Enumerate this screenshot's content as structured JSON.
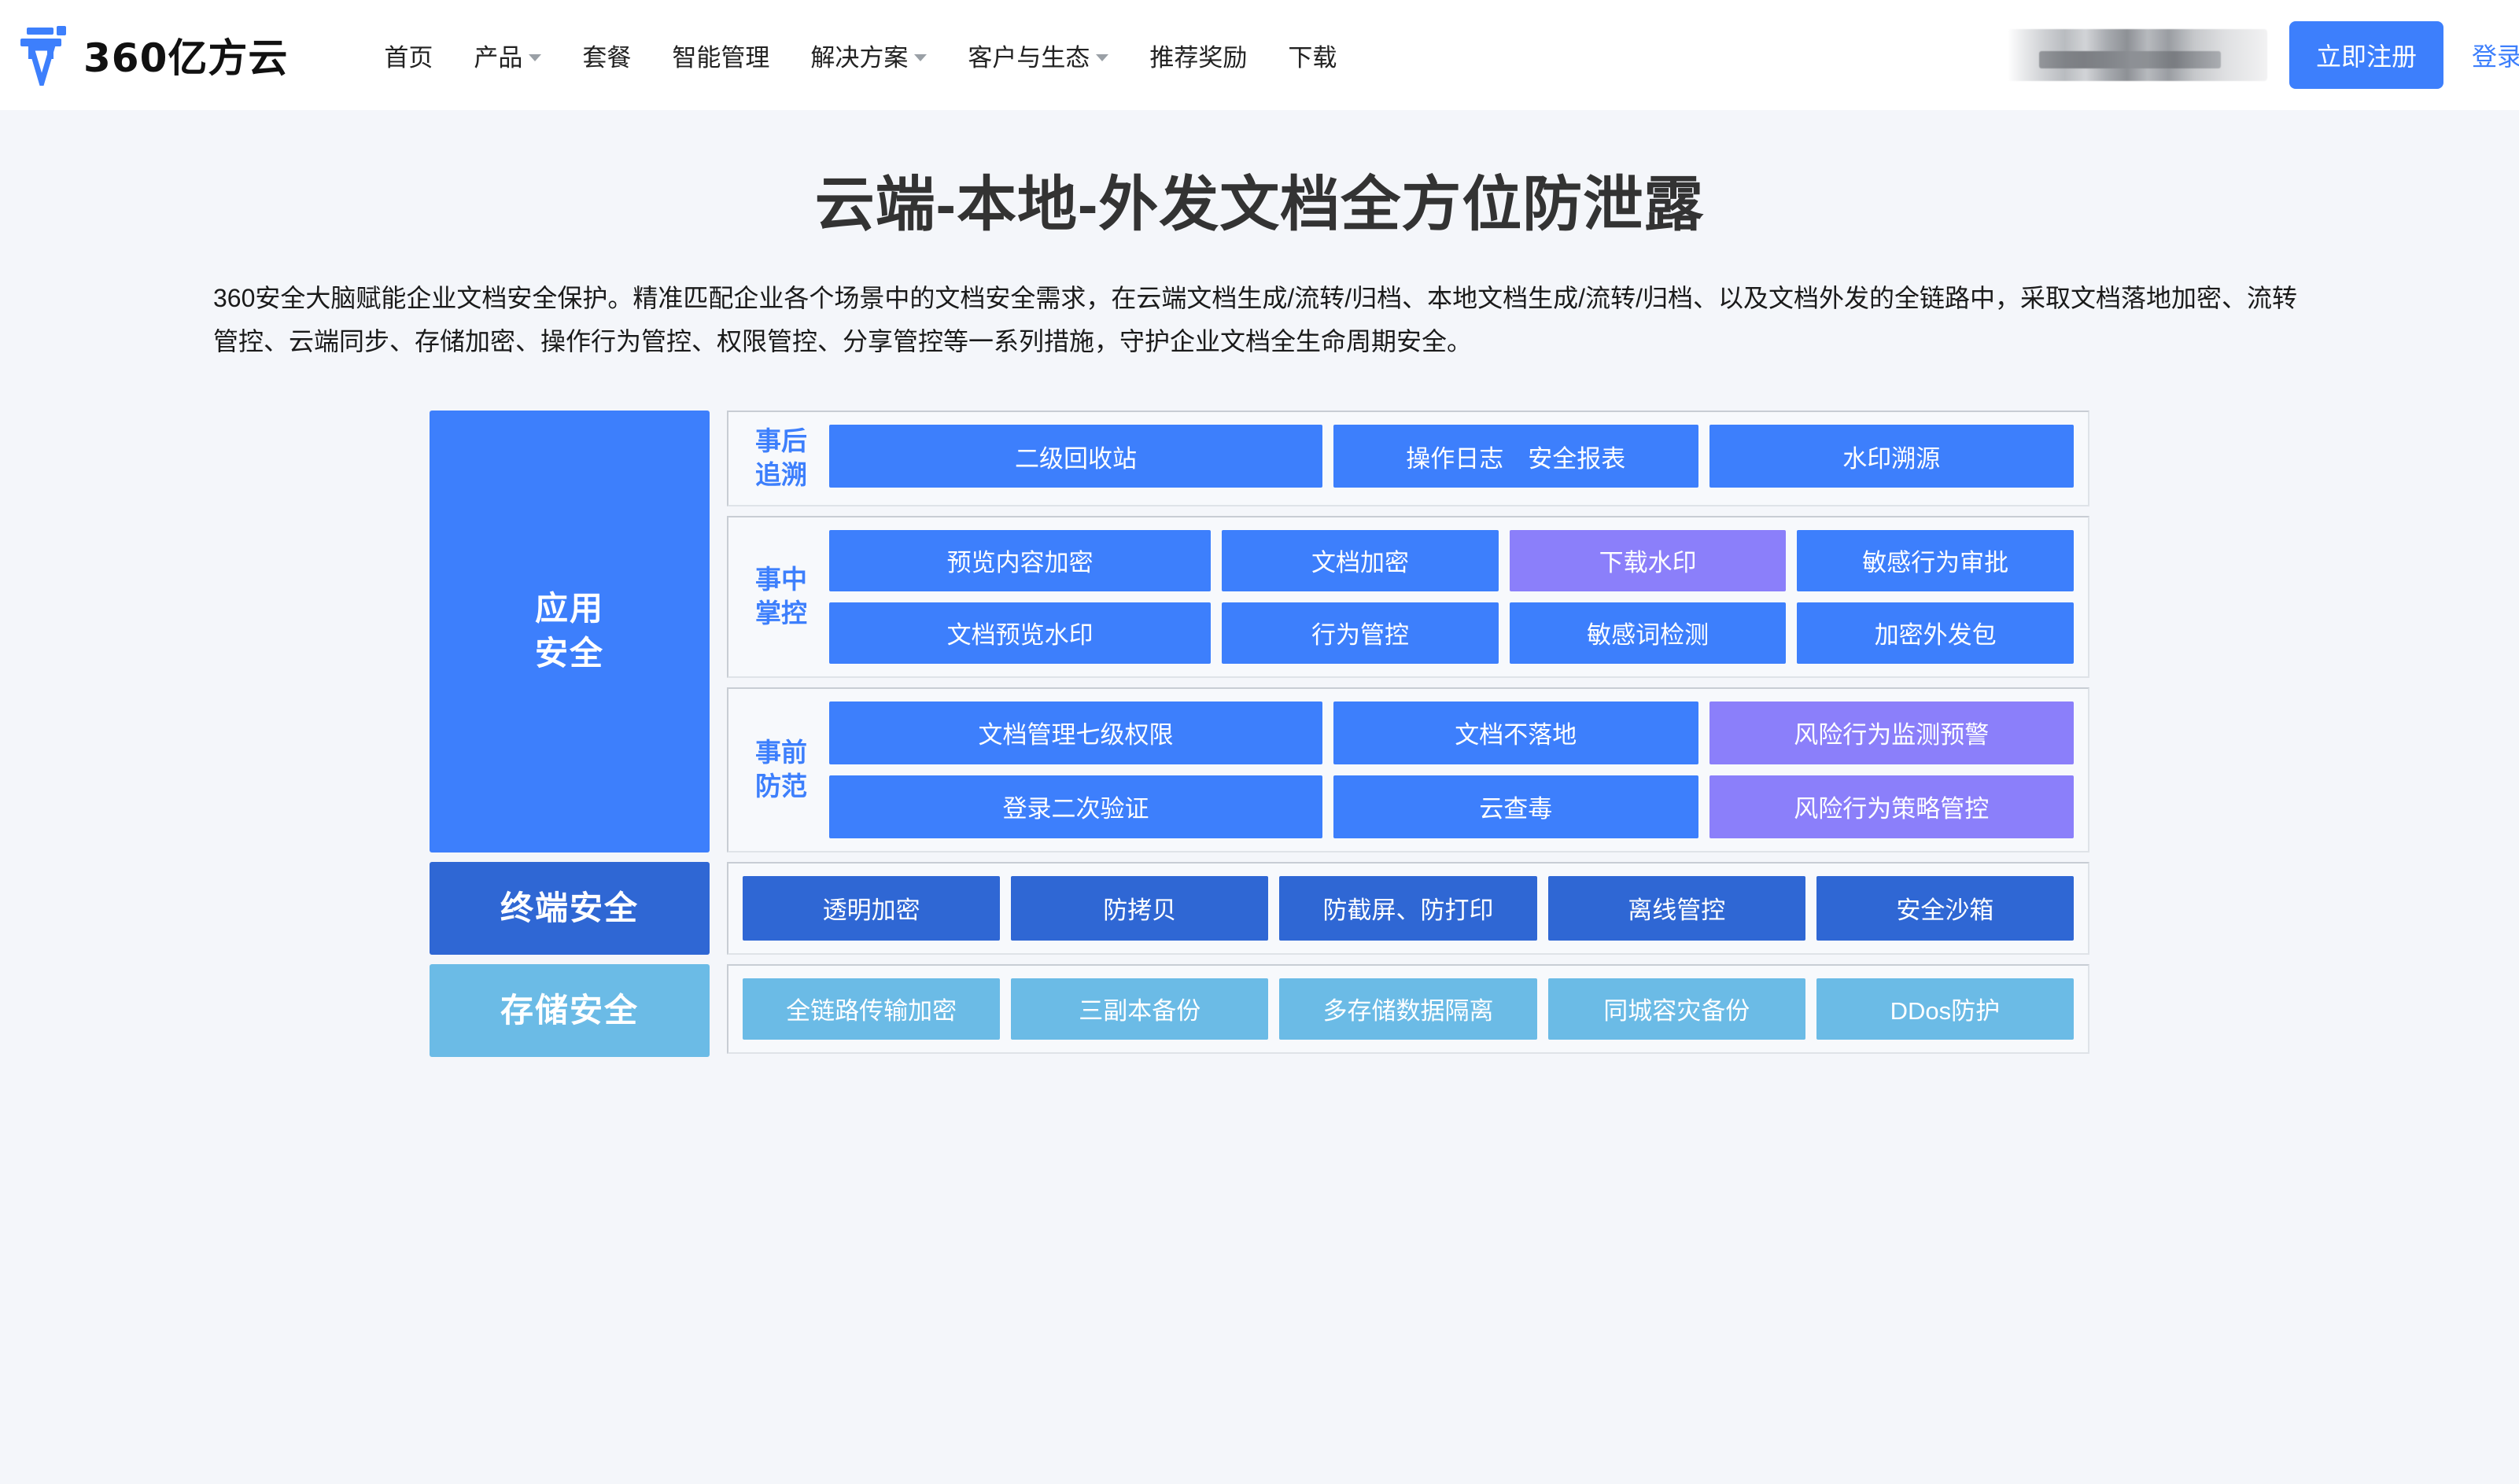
{
  "navbar": {
    "logo_text": "360亿方云",
    "logo_icon": "yifangyun-logo-icon",
    "menu": [
      {
        "label": "首页",
        "has_dropdown": false
      },
      {
        "label": "产品",
        "has_dropdown": true
      },
      {
        "label": "套餐",
        "has_dropdown": false
      },
      {
        "label": "智能管理",
        "has_dropdown": false
      },
      {
        "label": "解决方案",
        "has_dropdown": true
      },
      {
        "label": "客户与生态",
        "has_dropdown": true
      },
      {
        "label": "推荐奖励",
        "has_dropdown": false
      },
      {
        "label": "下载",
        "has_dropdown": false
      }
    ],
    "register_label": "立即注册",
    "login_label": "登录"
  },
  "hero": {
    "title": "云端-本地-外发文档全方位防泄露",
    "description": "360安全大脑赋能企业文档安全保护。精准匹配企业各个场景中的文档安全需求，在云端文档生成/流转/归档、本地文档生成/流转/归档、以及文档外发的全链路中，采取文档落地加密、流转管控、云端同步、存储加密、操作行为管控、权限管控、分享管控等一系列措施，守护企业文档全生命周期安全。"
  },
  "colors": {
    "blue": "#3d7ffc",
    "purple": "#8b7ffa",
    "dark_blue": "#2f67d4",
    "light_blue": "#6bbbe6",
    "page_bg": "#f4f6fa",
    "group_bg": "#f7f9fc",
    "group_border": "#c8cdd4"
  },
  "diagram": {
    "bands": [
      {
        "label": "应用\n安全",
        "label_line1": "应用",
        "label_line2": "安全",
        "style": "app",
        "groups": [
          {
            "label_line1": "事后",
            "label_line2": "追溯",
            "rows": [
              [
                {
                  "text": "二级回收站",
                  "color": "blue",
                  "width": "w-a"
                },
                {
                  "text": "操作日志　安全报表",
                  "color": "blue",
                  "width": "w-b"
                },
                {
                  "text": "水印溯源",
                  "color": "blue",
                  "width": "w-c"
                }
              ]
            ]
          },
          {
            "label_line1": "事中",
            "label_line2": "掌控",
            "rows": [
              [
                {
                  "text": "预览内容加密",
                  "color": "blue",
                  "width": "w-a"
                },
                {
                  "text": "文档加密",
                  "color": "blue",
                  "width": "w-eq"
                },
                {
                  "text": "下载水印",
                  "color": "purple",
                  "width": "w-eq"
                },
                {
                  "text": "敏感行为审批",
                  "color": "blue",
                  "width": "w-eq"
                }
              ],
              [
                {
                  "text": "文档预览水印",
                  "color": "blue",
                  "width": "w-a"
                },
                {
                  "text": "行为管控",
                  "color": "blue",
                  "width": "w-eq"
                },
                {
                  "text": "敏感词检测",
                  "color": "blue",
                  "width": "w-eq"
                },
                {
                  "text": "加密外发包",
                  "color": "blue",
                  "width": "w-eq"
                }
              ]
            ]
          },
          {
            "label_line1": "事前",
            "label_line2": "防范",
            "rows": [
              [
                {
                  "text": "文档管理七级权限",
                  "color": "blue",
                  "width": "w-a"
                },
                {
                  "text": "文档不落地",
                  "color": "blue",
                  "width": "w-b"
                },
                {
                  "text": "风险行为监测预警",
                  "color": "purple",
                  "width": "w-c"
                }
              ],
              [
                {
                  "text": "登录二次验证",
                  "color": "blue",
                  "width": "w-a"
                },
                {
                  "text": "云查毒",
                  "color": "blue",
                  "width": "w-b"
                },
                {
                  "text": "风险行为策略管控",
                  "color": "purple",
                  "width": "w-c"
                }
              ]
            ]
          }
        ]
      },
      {
        "label_line1": "终端安全",
        "label_line2": "",
        "style": "term",
        "strip": [
          {
            "text": "透明加密",
            "color": "dblue"
          },
          {
            "text": "防拷贝",
            "color": "dblue"
          },
          {
            "text": "防截屏、防打印",
            "color": "dblue"
          },
          {
            "text": "离线管控",
            "color": "dblue"
          },
          {
            "text": "安全沙箱",
            "color": "dblue"
          }
        ]
      },
      {
        "label_line1": "存储安全",
        "label_line2": "",
        "style": "store",
        "strip": [
          {
            "text": "全链路传输加密",
            "color": "lblue"
          },
          {
            "text": "三副本备份",
            "color": "lblue"
          },
          {
            "text": "多存储数据隔离",
            "color": "lblue"
          },
          {
            "text": "同城容灾备份",
            "color": "lblue"
          },
          {
            "text": "DDos防护",
            "color": "lblue"
          }
        ]
      }
    ]
  }
}
